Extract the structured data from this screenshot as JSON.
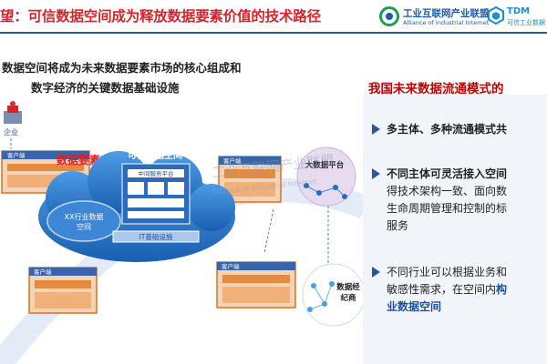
{
  "header": {
    "title": "望：可信数据空间成为释放数据要素价值的技术路径",
    "logo_aii_cn": "工业互联网产业联盟",
    "logo_aii_en": "Alliance of Industrial Internet",
    "logo_tdm_title": "TDM",
    "logo_tdm_sub": "可信工业数据"
  },
  "intro": {
    "line1": "数据空间将成为未来数据要素市场的核心组成和",
    "line2": "数字经济的关键数据基础设施"
  },
  "diagram": {
    "enterprise": "企业",
    "market": "数据要素市场",
    "trusted_space": "可信数据空间",
    "middleware": "中间服务平台",
    "industry_space_1": "XX行业数据",
    "industry_space_2": "空间",
    "it_infra": "IT基础设施",
    "client": "客户端",
    "big_data_platform": "大数据平台",
    "data_broker_1": "数据经",
    "data_broker_2": "纪商",
    "watermark_cn": "工业互联网产业联盟",
    "watermark_en": "Alliance of Industrial Internet"
  },
  "right": {
    "title": "我国未来数据流通模式的",
    "bullet1": "多主体、多种流通模式共",
    "bullet2_l1": "不同主体可灵活接入空间",
    "bullet2_l2": "得技术架构一致、面向数",
    "bullet2_l3": "生命周期管理和控制的标",
    "bullet2_l4": "服务",
    "bullet3_l1": "不同行业可以根据业务和",
    "bullet3_l2": "敏感性需求，在空间内",
    "bullet3_l2_em": "构",
    "bullet3_l3": "业数据空间"
  },
  "colors": {
    "title_red": "#d8232a",
    "accent_blue": "#2f5597",
    "cloud_blue": "#1f6fc5",
    "client_orange": "#e07020"
  }
}
